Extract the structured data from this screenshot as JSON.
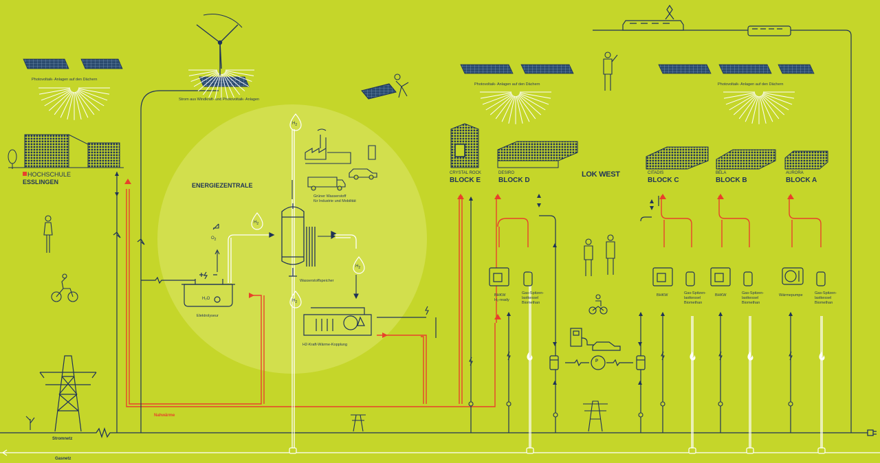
{
  "diagram": {
    "center_title": "ENERGIEZENTRALE",
    "colors": {
      "background": "#c5d62a",
      "line_dark": "#1f3358",
      "heat_red": "#e8412b",
      "gas_white": "#ffffff",
      "glow": "#d6e25a"
    },
    "pv_labels": {
      "left": "Photovoltaik- Anlagen auf den Dächern",
      "middle": "Photovoltaik- Anlagen auf den Dächern",
      "right": "Photovoltaik- Anlagen auf den Dächern"
    },
    "wind_label": "Strom aus Windkraft- und Photovoltaik- Anlagen",
    "school": {
      "line1": "HOCHSCHULE",
      "line2": "ESSLINGEN"
    },
    "hydrogen": {
      "h2": "H",
      "h2_sub": "2",
      "o2": "O",
      "o2_sub": "2",
      "water": "H₂O",
      "electrolyser": "Elektrolyseur",
      "storage": "Wasserstoffspeicher",
      "chp": "H2-Kraft-Wärme-Kopplung",
      "green_h2_line1": "Grüner Wasserstoff",
      "green_h2_line2": "für Industrie und Mobilität"
    },
    "blocks": {
      "crystal_rock": {
        "name": "CRYSTAL ROCK",
        "block": "BLOCK E"
      },
      "desiro": {
        "name": "DESIRO",
        "block": "BLOCK D"
      },
      "lok_west": "LOK WEST",
      "citadis": {
        "name": "CITADIS",
        "block": "BLOCK C"
      },
      "bela": {
        "name": "BÉLA",
        "block": "BLOCK B"
      },
      "aurora": {
        "name": "AURORA",
        "block": "BLOCK A"
      }
    },
    "devices": {
      "bhkw_h2": {
        "line1": "BHKW",
        "line2": "H₂-ready"
      },
      "boiler_d": {
        "line1": "Gas-Spitzen-",
        "line2": "lastkessel",
        "line3": "Biomethan"
      },
      "bhkw_c": "BHKW",
      "boiler_c": {
        "line1": "Gas-Spitzen-",
        "line2": "lastkessel",
        "line3": "Biomethan"
      },
      "bhkw_b": "BHKW",
      "boiler_b": {
        "line1": "Gas-Spitzen-",
        "line2": "lastkessel",
        "line3": "Biomethan"
      },
      "heat_pump": "Wärmepumpe",
      "boiler_a": {
        "line1": "Gas-Spitzen-",
        "line2": "lastkessel",
        "line3": "Biomethan"
      }
    },
    "parking": "P",
    "networks": {
      "heat": "Nahwärme",
      "power": "Stromnetz",
      "gas": "Gasnetz"
    }
  }
}
